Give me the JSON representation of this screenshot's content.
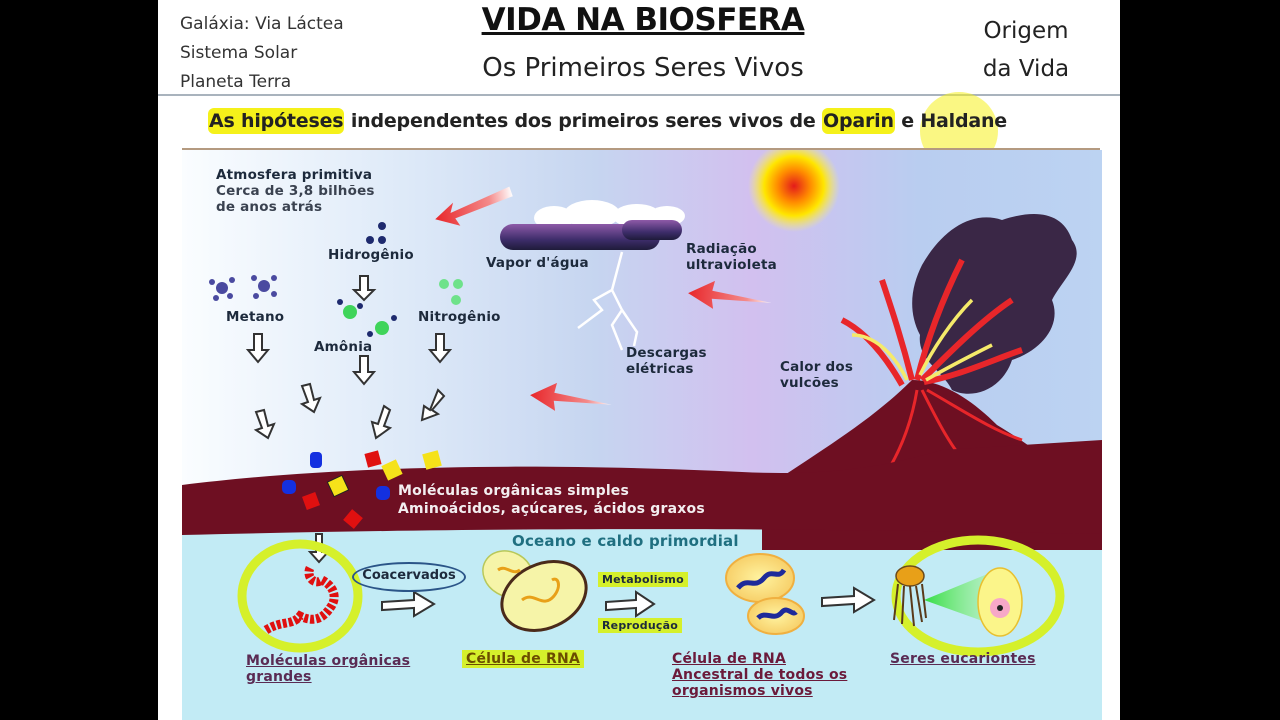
{
  "header": {
    "location_lines": [
      "Galáxia: Via Láctea",
      "Sistema Solar",
      "Planeta Terra"
    ],
    "title": "VIDA NA BIOSFERA",
    "subtitle": "Os Primeiros Seres Vivos",
    "topic_lines": [
      "Origem",
      "da Vida"
    ]
  },
  "hypothesis": {
    "part1": "As hipóteses",
    "part2": " independentes dos primeiros seres vivos de ",
    "part3": "Oparin",
    "part4": " e Haldane"
  },
  "diagram": {
    "atmosphere": {
      "title": "Atmosfera primitiva",
      "line2": "Cerca de 3,8 bilhões",
      "line3": "de anos atrás"
    },
    "gases": {
      "hydrogen": "Hidrogênio",
      "methane": "Metano",
      "ammonia": "Amônia",
      "nitrogen": "Nitrogênio"
    },
    "energy_sources": {
      "water_vapor": "Vapor d'água",
      "uv_line1": "Radiação",
      "uv_line2": "ultravioleta",
      "discharge_line1": "Descargas",
      "discharge_line2": "elétricas",
      "volcano_line1": "Calor dos",
      "volcano_line2": "vulcões"
    },
    "simple_molecules": {
      "line1": "Moléculas orgânicas simples",
      "line2": "Aminoácidos, açúcares, ácidos graxos"
    },
    "ocean_label": "Oceano e caldo primordial",
    "stages": {
      "large_molecules_line1": "Moléculas orgânicas",
      "large_molecules_line2": "grandes",
      "coacervates": "Coacervados",
      "rna_cell": "Célula de RNA",
      "metabolism": "Metabolismo",
      "reproduction": "Reprodução",
      "ancestor_line1": "Célula de RNA",
      "ancestor_line2": "Ancestral de todos os",
      "ancestor_line3": "organismos vivos",
      "eukaryotes": "Seres eucariontes"
    },
    "colors": {
      "crust": "#6e0f22",
      "ocean": "#c2ebf5",
      "highlight": "#d5f02b",
      "arrow_red": "#e8262a"
    }
  }
}
